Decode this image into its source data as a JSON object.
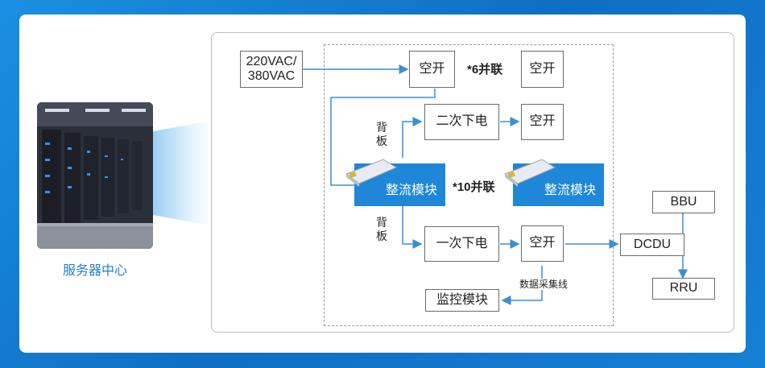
{
  "left": {
    "caption": "服务器中心"
  },
  "diagram": {
    "source": {
      "line1": "220VAC/",
      "line2": "380VAC"
    },
    "breaker_label": "空开",
    "parallel_6": "*6并联",
    "parallel_10": "*10并联",
    "secondary_powerdown": "二次下电",
    "primary_powerdown": "一次下电",
    "rectifier_label": "整流模块",
    "backplane_upper": "背\n板",
    "backplane_lower": "背\n板",
    "dcdu": "DCDU",
    "bbu": "BBU",
    "rru": "RRU",
    "data_line": "数据采集线",
    "monitor": "监控模块"
  },
  "colors": {
    "accent": "#1e87d8",
    "wire": "#3a8fd6",
    "border": "#6b6b6b"
  }
}
